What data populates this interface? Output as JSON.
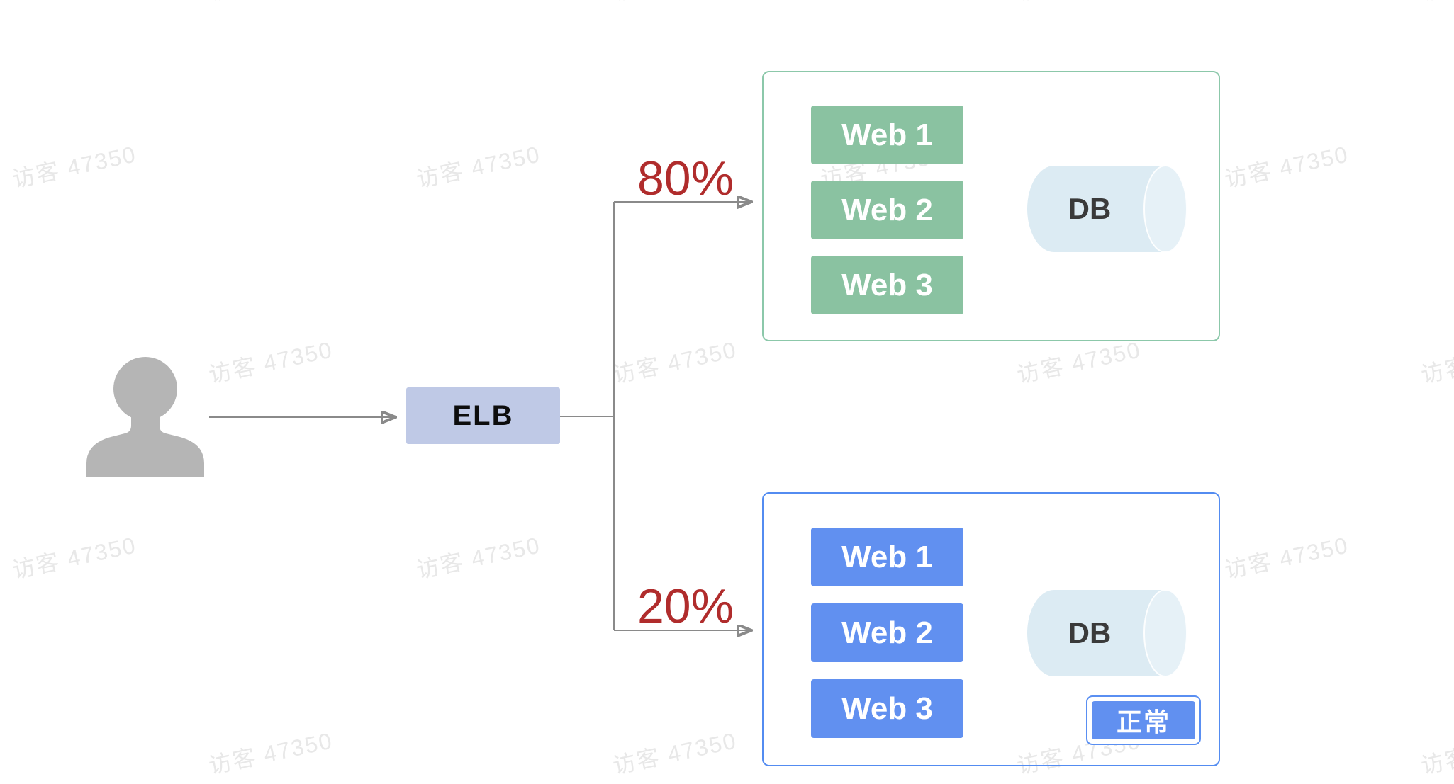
{
  "watermark": {
    "text": "访客 47350"
  },
  "elb": {
    "label": "ELB"
  },
  "branches": {
    "top_percent": "80%",
    "bottom_percent": "20%"
  },
  "clusters": {
    "top": {
      "servers": [
        "Web 1",
        "Web 2",
        "Web 3"
      ],
      "db_label": "DB"
    },
    "bottom": {
      "servers": [
        "Web 1",
        "Web 2",
        "Web 3"
      ],
      "db_label": "DB",
      "status_label": "正常"
    }
  },
  "colors": {
    "green_server_fill": "#8ac2a1",
    "green_cluster_border": "#8cc8aa",
    "blue_server_fill": "#6190f0",
    "blue_cluster_border": "#538cf1",
    "elb_fill": "#bfc9e6",
    "percent_red": "#b02c2c",
    "db_body": "#dcebf3",
    "db_cap": "#e6f1f7",
    "person_gray": "#b5b5b5",
    "line_gray": "#8a8a8a",
    "arrowhead_gray": "#4d4d4d",
    "watermark_gray": "#e8e8e8"
  }
}
